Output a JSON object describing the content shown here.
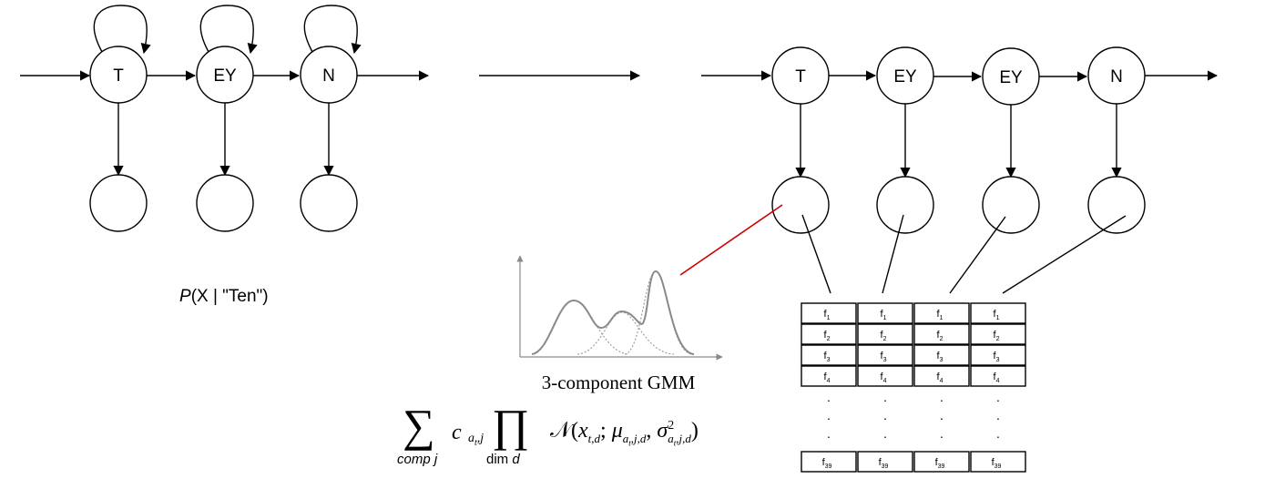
{
  "left_hmm": {
    "states": [
      "T",
      "EY",
      "N"
    ],
    "caption_prob": "P",
    "caption_args": "(X | \"Ten\")"
  },
  "right_hmm": {
    "states": [
      "T",
      "EY",
      "EY",
      "N"
    ]
  },
  "gmm": {
    "label": "3-component GMM"
  },
  "features": {
    "rows": [
      "f1",
      "f2",
      "f3",
      "f4"
    ],
    "last": "f39",
    "prefix": "f",
    "row_subs": [
      "1",
      "2",
      "3",
      "4"
    ],
    "last_sub": "39",
    "ellipsis": "."
  },
  "formula": {
    "sum_symbol": "∑",
    "sum_sub": "comp j",
    "c": "c",
    "c_sub": "a",
    "c_sub2": "t",
    "c_sub3": ",j",
    "prod_symbol": "∏",
    "prod_sub_word": "dim",
    "prod_sub_var": "d",
    "normal_symbol": "𝒩",
    "x": "x",
    "x_sub": "t,d",
    "mu": "μ",
    "mu_sub": "a",
    "mu_sub2": "t",
    "mu_sub3": ",j,d",
    "sigma": "σ",
    "sigma_sup": "2",
    "sigma_sub": "a",
    "sigma_sub2": "t",
    "sigma_sub3": ",j,d"
  },
  "colors": {
    "line": "#000000",
    "highlight": "#cc0000",
    "curve": "#8a8a8a"
  }
}
